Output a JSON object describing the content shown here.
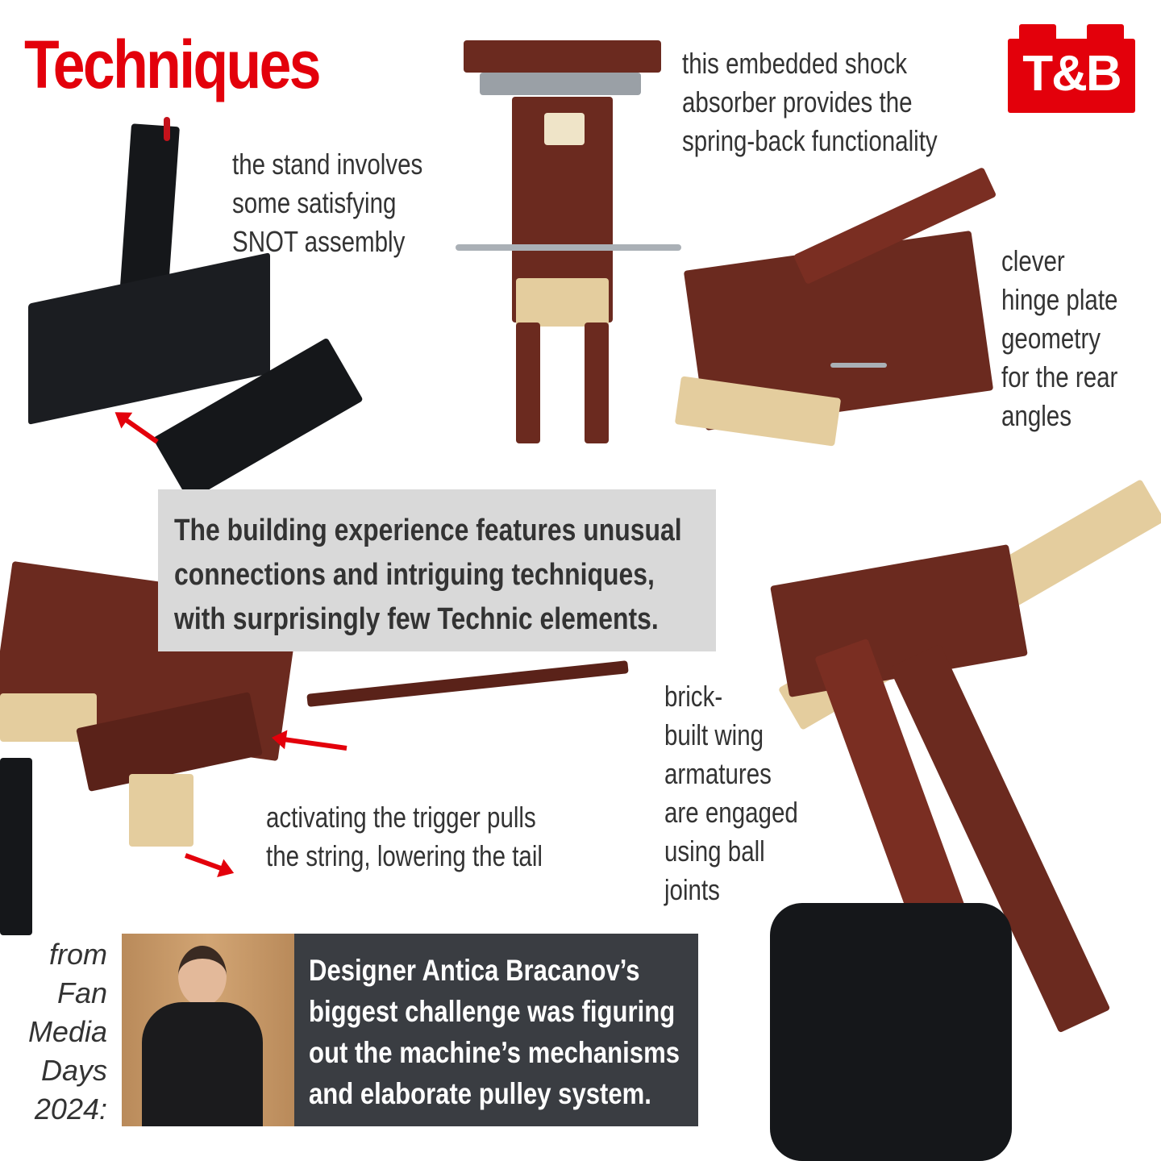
{
  "header": {
    "title": "Techniques",
    "logo_text": "T&B"
  },
  "captions": {
    "stand": "the stand involves\nsome satisfying\nSNOT assembly",
    "shock": "this embedded shock\nabsorber provides the\nspring-back functionality",
    "hinge": "clever\nhinge plate\ngeometry\nfor the rear\nangles",
    "wing": "brick-\nbuilt wing\narmatures\nare engaged\nusing ball\njoints",
    "trigger": "activating the trigger pulls\nthe string, lowering the tail"
  },
  "summary": {
    "lines": [
      "The building experience features unusual",
      "connections and intriguing techniques,",
      "with surprisingly few Technic elements."
    ]
  },
  "quote": {
    "source": "from\nFan\nMedia\nDays\n2024:",
    "lines": [
      "Designer Antica Bracanov’s",
      "biggest challenge was figuring",
      "out the machine’s mechanisms",
      "and elaborate pulley system."
    ]
  },
  "colors": {
    "accent": "#e3000b",
    "brown": "#6b2a1f",
    "tan": "#e4cd9e",
    "black": "#15171a"
  }
}
